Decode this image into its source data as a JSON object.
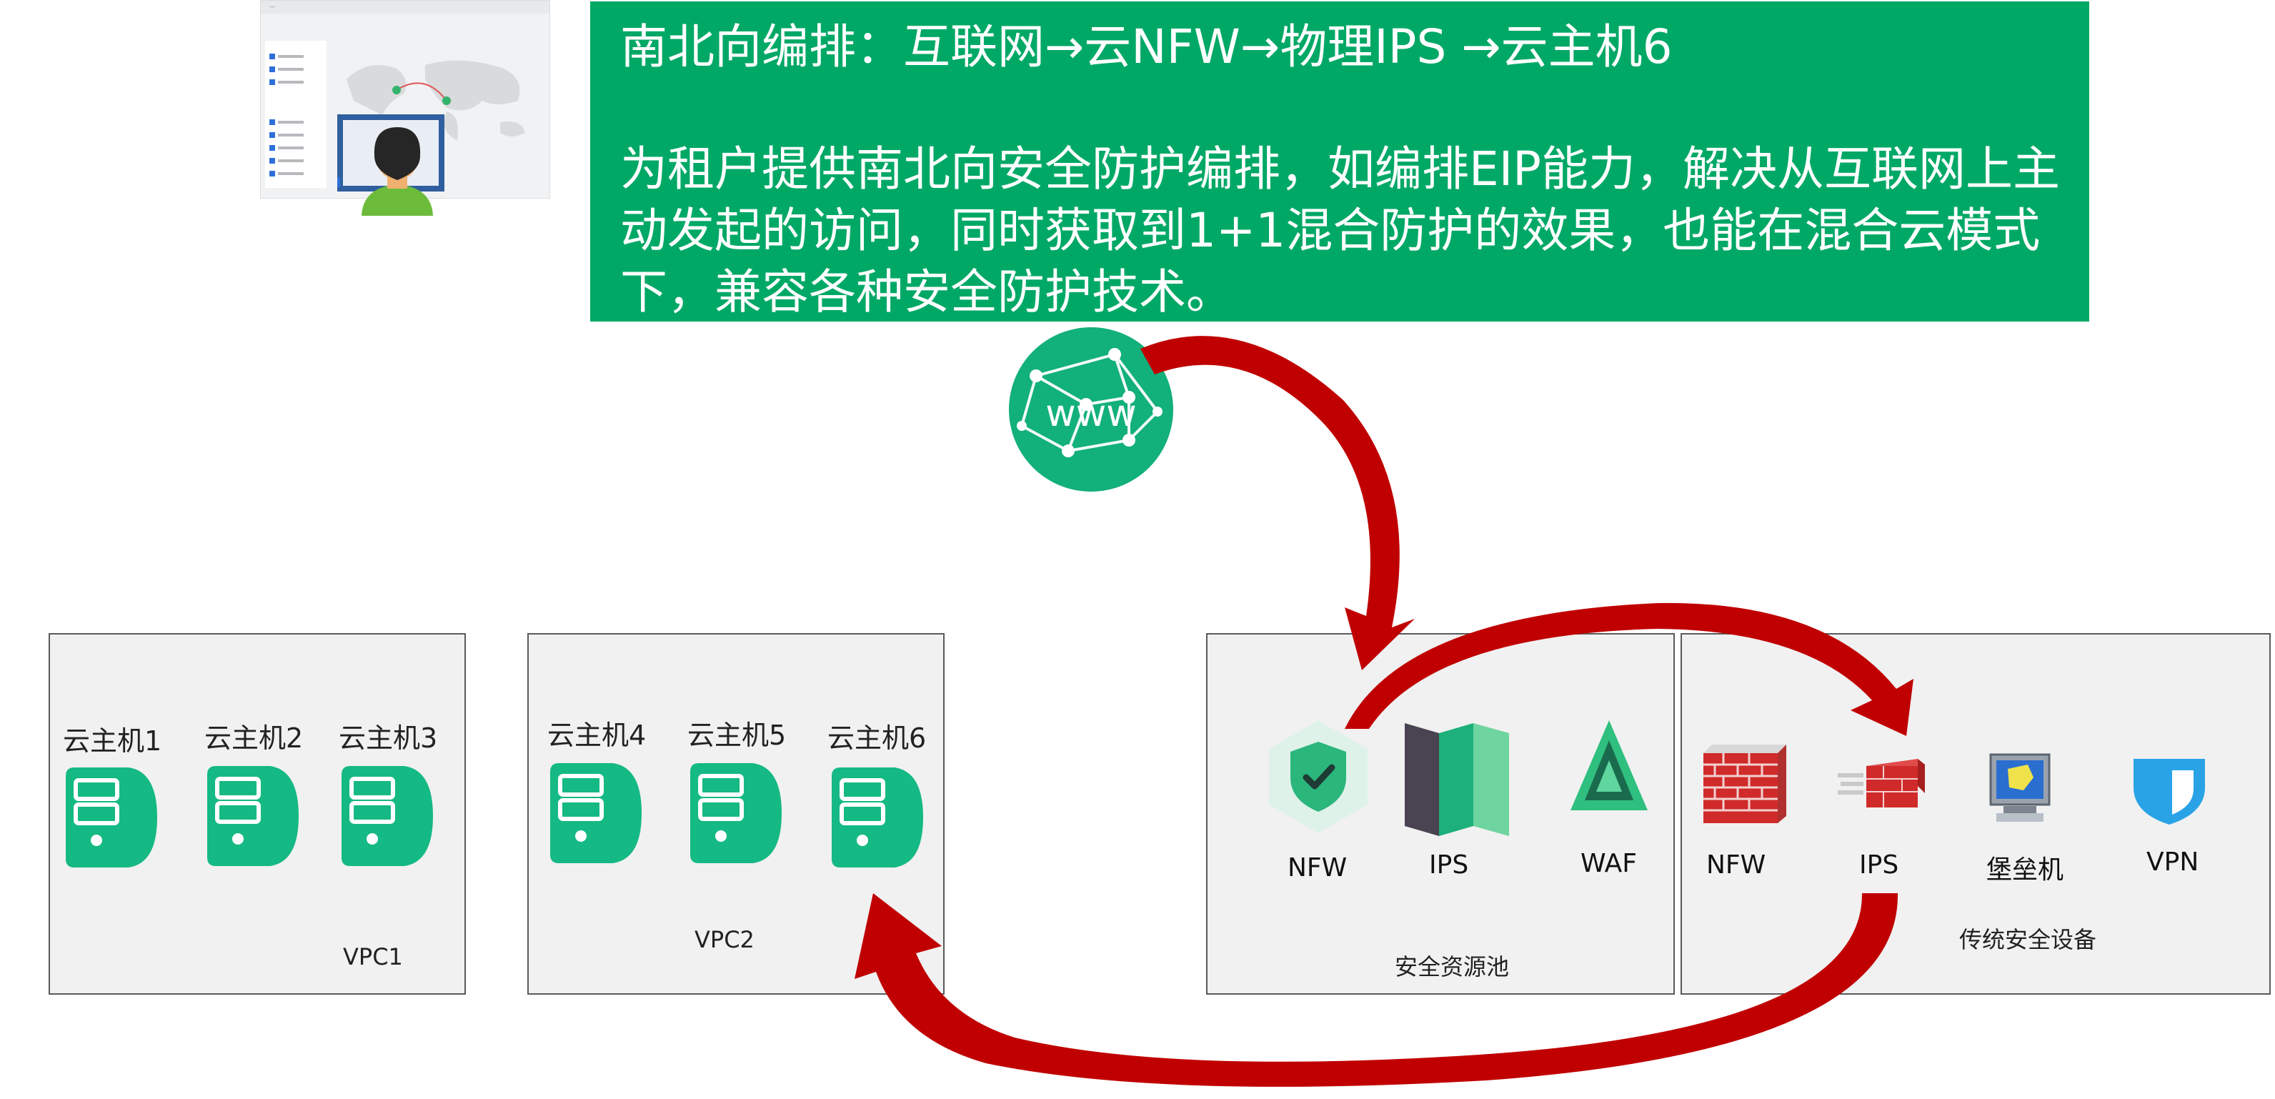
{
  "banner": {
    "title": "南北向编排：互联网→云NFW→物理IPS →云主机6",
    "description": "为租户提供南北向安全防护编排，如编排EIP能力，解决从互联网上主动发起的访问，同时获取到1+1混合防护的效果，也能在混合云模式下，兼容各种安全防护技术。",
    "color": "#00a866"
  },
  "globe": {
    "text": "www",
    "color": "#12b07a"
  },
  "vpc1": {
    "caption": "VPC1",
    "hosts": [
      "云主机1",
      "云主机2",
      "云主机3"
    ]
  },
  "vpc2": {
    "caption": "VPC2",
    "hosts": [
      "云主机4",
      "云主机5",
      "云主机6"
    ]
  },
  "security_pool": {
    "caption": "安全资源池",
    "devices": [
      "NFW",
      "IPS",
      "WAF"
    ]
  },
  "traditional": {
    "caption": "传统安全设备",
    "devices": [
      "NFW",
      "IPS",
      "堡垒机",
      "VPN"
    ]
  },
  "colors": {
    "server": "#15b983",
    "arrow": "#c00000",
    "box_fill": "#f1f1f1"
  }
}
